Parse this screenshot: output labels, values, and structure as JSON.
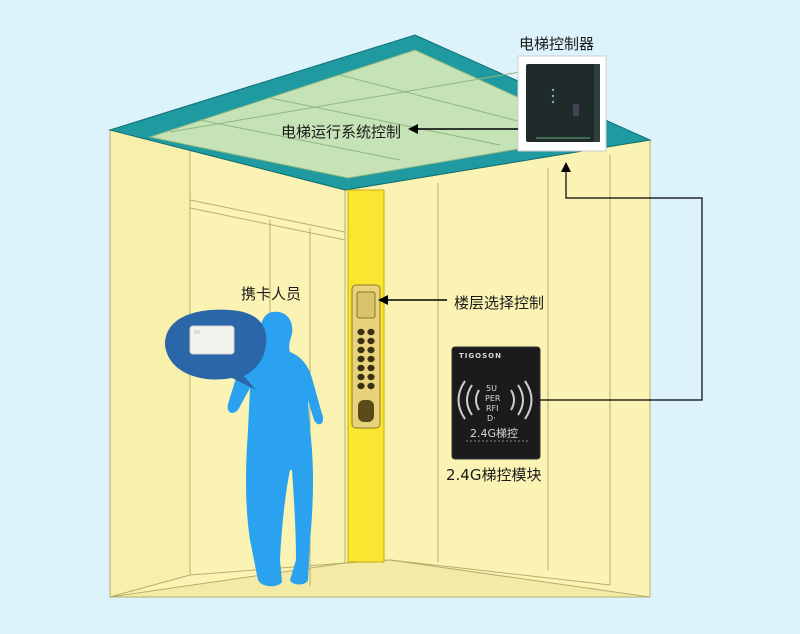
{
  "labels": {
    "controller": "电梯控制器",
    "system_control": "电梯运行系统控制",
    "floor_control": "楼层选择控制",
    "card_holder": "携卡人员",
    "module": "2.4G梯控模块"
  },
  "module_device": {
    "brand": "TIGOSON",
    "face_lines": [
      "5U",
      "PER",
      "RFI",
      "D·"
    ],
    "model": "2.4G梯控"
  },
  "colors": {
    "background": "#dcf3fb",
    "wall": "#faf3b4",
    "ceiling": "#c5e3b6",
    "ceiling_trim": "#1e9aa0",
    "panel_strip": "#fbe531",
    "person": "#2aa2f0"
  }
}
